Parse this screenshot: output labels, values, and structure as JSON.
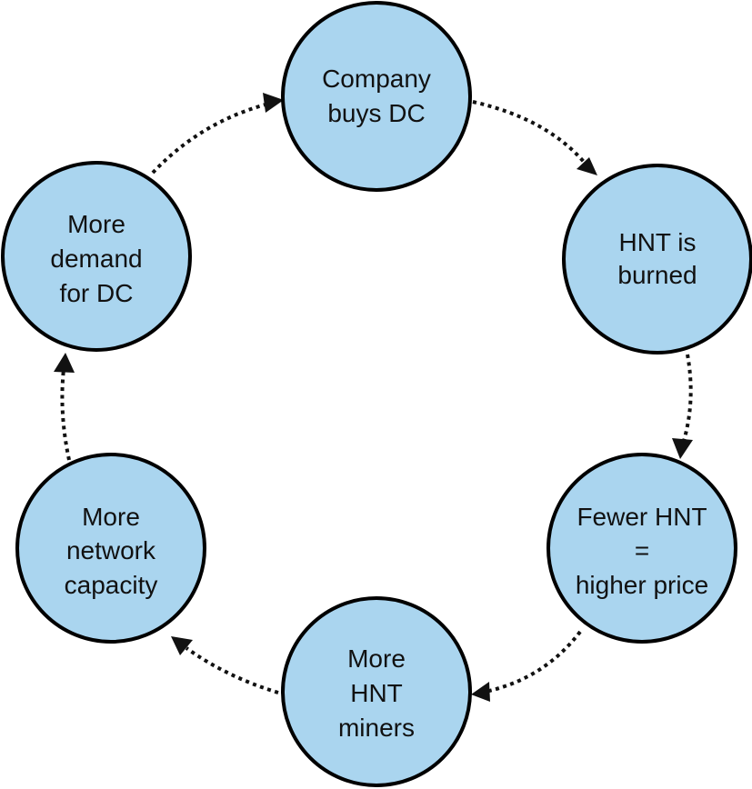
{
  "nodes": [
    {
      "id": "company-buys-dc",
      "lines": [
        "Company",
        "buys DC"
      ]
    },
    {
      "id": "hnt-is-burned",
      "lines": [
        "HNT is",
        "burned"
      ]
    },
    {
      "id": "fewer-hnt-higher-price",
      "lines": [
        "Fewer HNT",
        "=",
        "higher price"
      ]
    },
    {
      "id": "more-hnt-miners",
      "lines": [
        "More",
        "HNT",
        "miners"
      ]
    },
    {
      "id": "more-network-capacity",
      "lines": [
        "More",
        "network",
        "capacity"
      ]
    },
    {
      "id": "more-demand-for-dc",
      "lines": [
        "More",
        "demand",
        "for DC"
      ]
    }
  ],
  "edges": [
    {
      "from": "company-buys-dc",
      "to": "hnt-is-burned"
    },
    {
      "from": "hnt-is-burned",
      "to": "fewer-hnt-higher-price"
    },
    {
      "from": "fewer-hnt-higher-price",
      "to": "more-hnt-miners"
    },
    {
      "from": "more-hnt-miners",
      "to": "more-network-capacity"
    },
    {
      "from": "more-network-capacity",
      "to": "more-demand-for-dc"
    },
    {
      "from": "more-demand-for-dc",
      "to": "company-buys-dc"
    }
  ],
  "colors": {
    "node_fill": "#aad5ef",
    "node_stroke": "#000000",
    "arrow": "#111111"
  }
}
